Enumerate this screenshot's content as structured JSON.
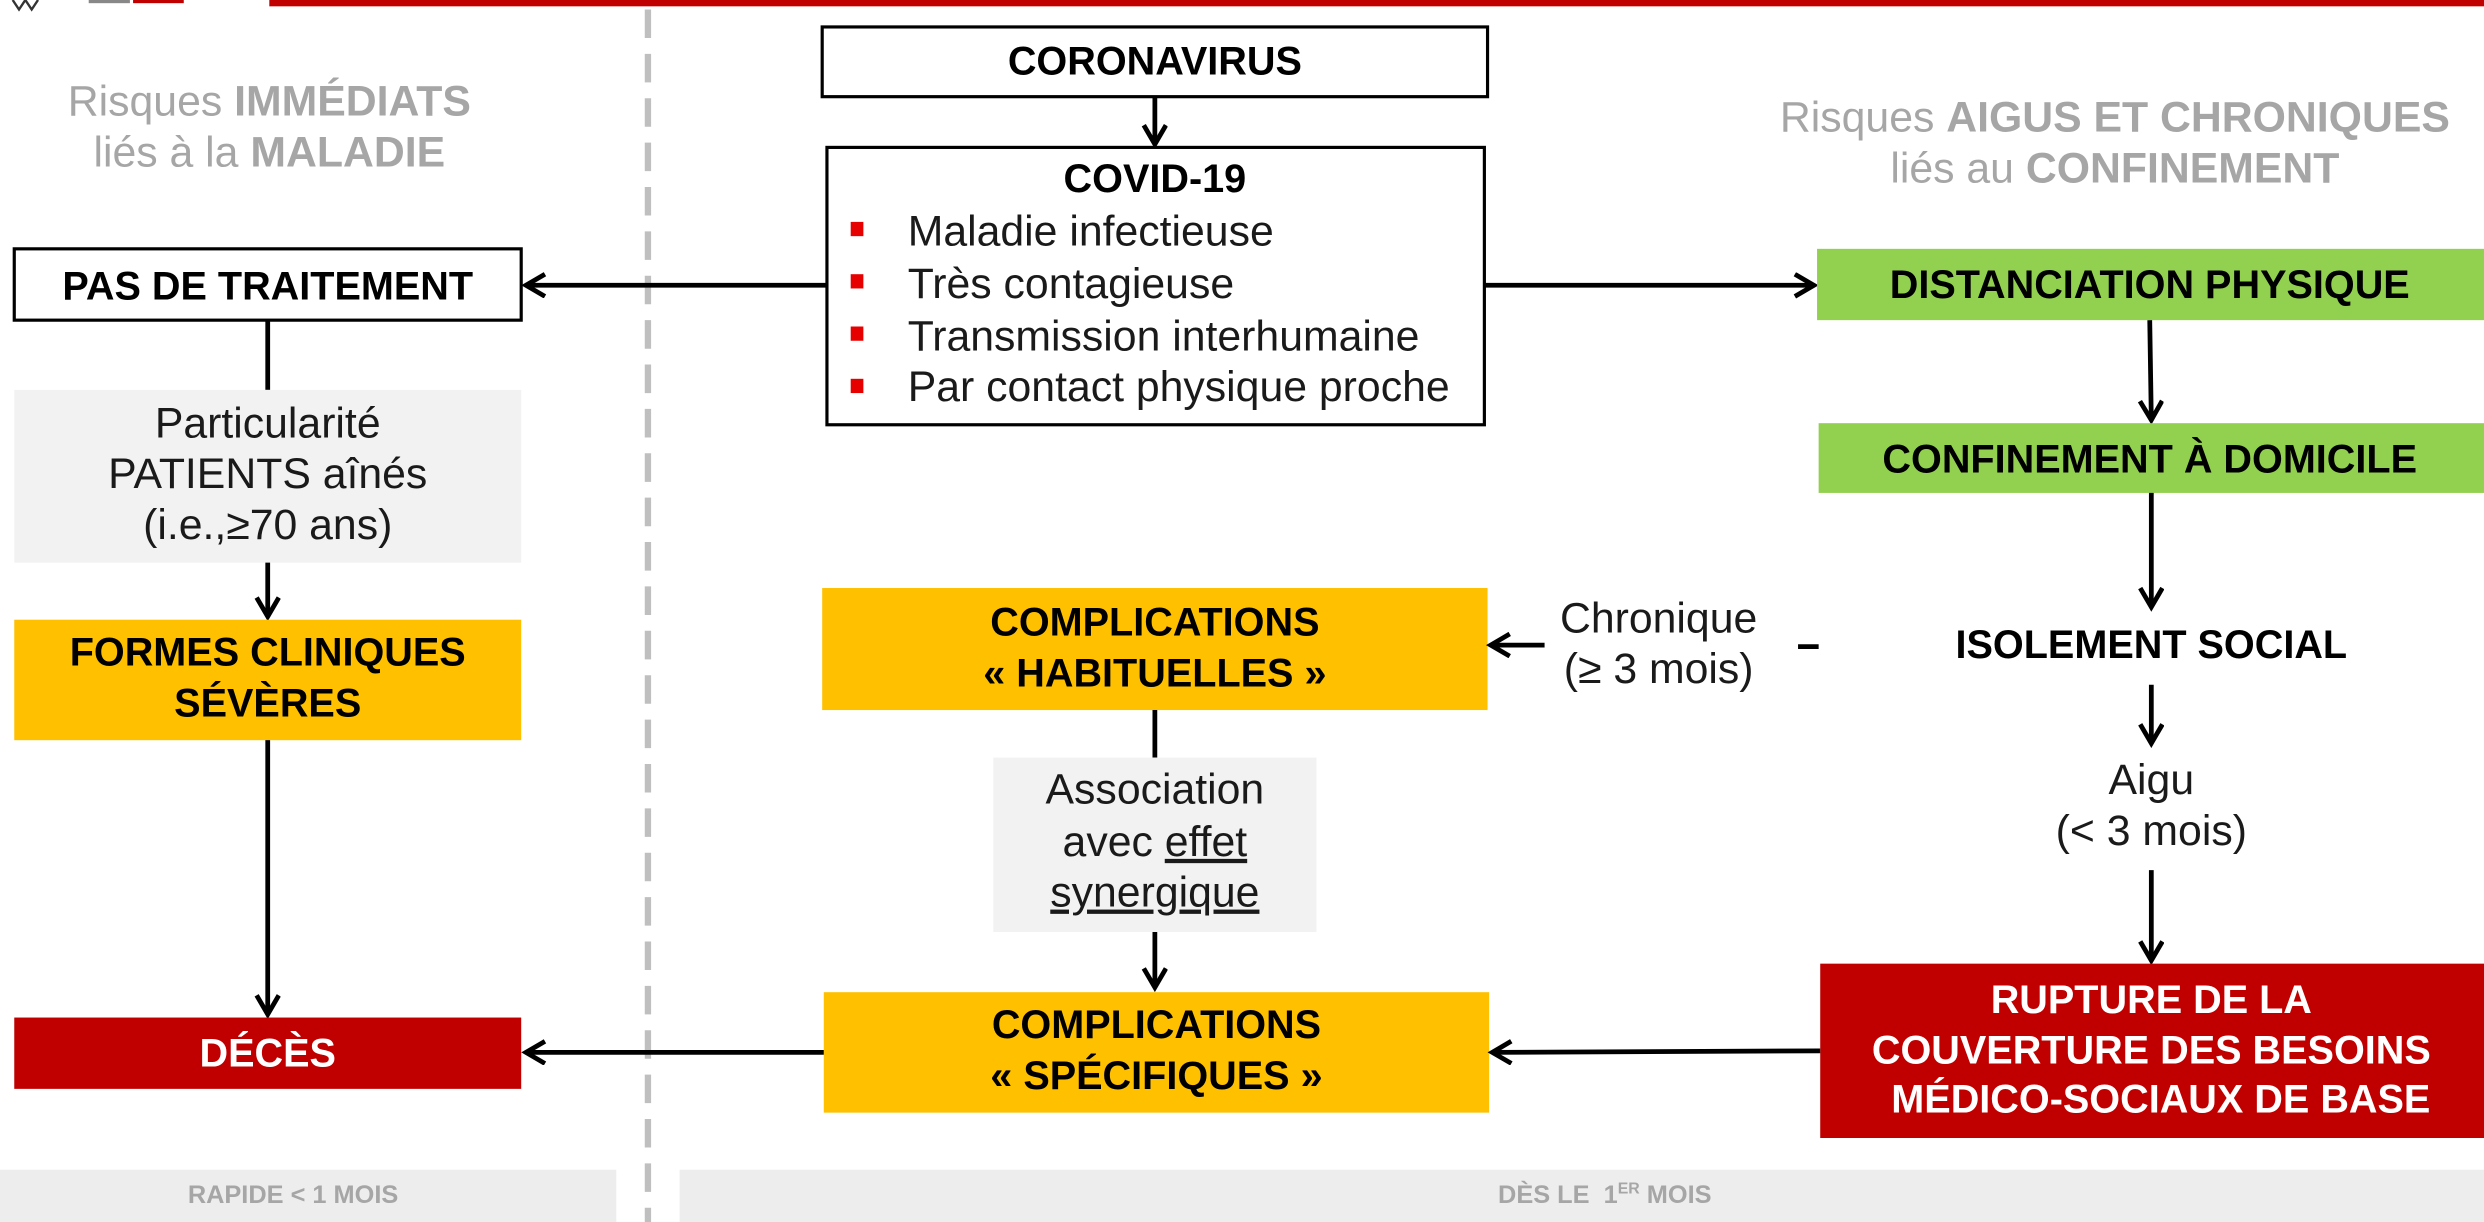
{
  "header": {
    "left": {
      "line1_prefix": "Risques ",
      "line1_bold": "IMMÉDIATS",
      "line2_prefix": "liés à la ",
      "line2_bold": "MALADIE"
    },
    "right": {
      "line1_prefix": "Risques ",
      "line1_bold": "AIGUS ET CHRONIQUES",
      "line2_prefix": "liés au ",
      "line2_bold": "CONFINEMENT"
    }
  },
  "coronavirus": {
    "label": "CORONAVIRUS"
  },
  "covid": {
    "title": "COVID-19",
    "bullets": [
      "Maladie infectieuse",
      "Très contagieuse",
      "Transmission interhumaine",
      "Par contact physique proche"
    ]
  },
  "left_path": {
    "pas_de_traitement": "PAS DE TRAITEMENT",
    "particularite": [
      "Particularité",
      "PATIENTS aînés",
      "(i.e.,≥70 ans)"
    ],
    "formes_cliniques": [
      "FORMES CLINIQUES",
      "SÉVÈRES"
    ],
    "deces": "DÉCÈS"
  },
  "center_path": {
    "complications_habituelles": [
      "COMPLICATIONS",
      "« HABITUELLES »"
    ],
    "association": {
      "line1": "Association",
      "line2": "avec ",
      "line2_underlined": "effet",
      "line3_underlined": "synergique"
    },
    "complications_specifiques": [
      "COMPLICATIONS",
      "« SPÉCIFIQUES »"
    ]
  },
  "right_path": {
    "distanciation": "DISTANCIATION PHYSIQUE",
    "confinement": "CONFINEMENT À DOMICILE",
    "isolement": "ISOLEMENT SOCIAL",
    "chronique": [
      "Chronique",
      "(≥ 3 mois)"
    ],
    "aigu": [
      "Aigu",
      "(< 3 mois)"
    ],
    "rupture": [
      "RUPTURE DE LA",
      "COUVERTURE DES BESOINS",
      "MÉDICO-SOCIAUX DE BASE"
    ]
  },
  "timeline": {
    "left": "RAPIDE < 1 MOIS",
    "right": "DÈS LE  1",
    "right_superscript": "ER",
    "right_end": " MOIS"
  },
  "colors": {
    "accent_red": "#c00000",
    "bullet_red": "#e60000",
    "green": "#92d050",
    "yellow": "#ffc000",
    "note_gray": "#f2f2f2",
    "timeline_gray": "#ededed",
    "divider_gray": "#bfbfbf"
  }
}
